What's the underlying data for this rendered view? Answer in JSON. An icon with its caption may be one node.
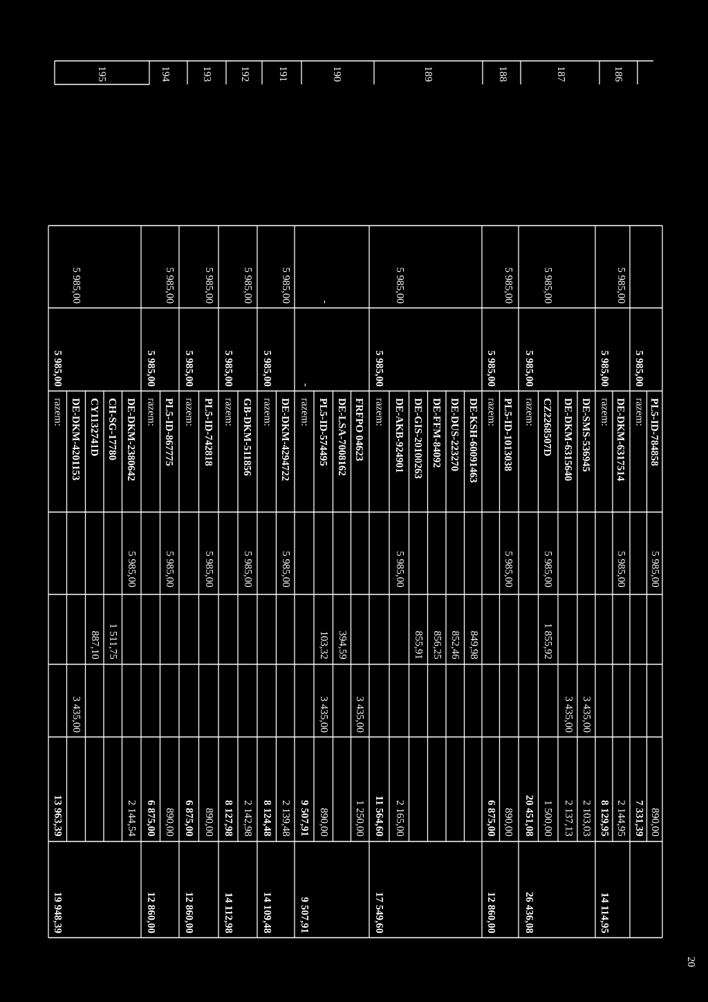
{
  "diagram": {
    "labels": [
      "186",
      "PL5-ID-784858",
      "5 985,00",
      "890,00",
      "5 985,00",
      "razem:",
      "7 331,39",
      "5 985,00",
      "DE-DKM-6317514",
      "5 985,00",
      "2 144,95",
      "5 985,00",
      "razem:",
      "8 129,95",
      "14 114,95",
      "187",
      "DE-SMS-536945",
      "3 435,00",
      "2 103,03",
      "DE-DKM-6315640",
      "3 435,00",
      "2 137,13",
      "5 985,00",
      "CZ2268507D",
      "5 985,00",
      "1 855,92",
      "1 500,00",
      "5 985,00",
      "razem:",
      "20 451,08",
      "26 436,08",
      "188",
      "5 985,00",
      "PL5-ID-1013038",
      "5 985,00",
      "890,00",
      "5 985,00",
      "razem:",
      "6 875,00",
      "12 860,00",
      "189",
      "DE-KSH-60091463",
      "849,98",
      "DE-DUS-223270",
      "852,46",
      "DE-FFM-84092",
      "856,25",
      "DE-GIS-20100263",
      "855,91",
      "5 985,00",
      "DE-AKB-924901",
      "5 985,00",
      "2 165,00",
      "5 985,00",
      "razem:",
      "11 564,60",
      "17 549,60",
      "190",
      "FRFPO 04623",
      "3 435,00",
      "1 250,00",
      "DE-LSA-7008162",
      "394,59",
      "-",
      "PL5-ID-574495",
      "103,32",
      "3 435,00",
      "890,00",
      "-",
      "razem:",
      "9 507,91",
      "9 507,91",
      "191",
      "5 985,00",
      "DE-DKM-4294722",
      "5 985,00",
      "2 139,48",
      "5 985,00",
      "razem:",
      "8 124,48",
      "14 109,48",
      "192",
      "5 985,00",
      "GB-DKM-511856",
      "5 985,00",
      "2 142,98",
      "5 985,00",
      "razem:",
      "8 127,98",
      "14 112,98",
      "193",
      "5 985,00",
      "PL5-ID-742818",
      "5 985,00",
      "890,00",
      "5 985,00",
      "razem:",
      "6 875,00",
      "12 860,00",
      "194",
      "5 985,00",
      "PL5-ID-867775",
      "5 985,00",
      "890,00",
      "5 985,00",
      "razem:",
      "6 875,00",
      "12 860,00",
      "195",
      "DE-DKM-2380642",
      "5 985,00",
      "2 144,54",
      "CH-SG-17780",
      "1 511,75",
      "CY1132741D",
      "887,10",
      "5 985,00",
      "DE-DKM-4201153",
      "3 435,00",
      "5 985,00",
      "razem:",
      "13 963,39",
      "19 948,39",
      "20"
    ]
  }
}
